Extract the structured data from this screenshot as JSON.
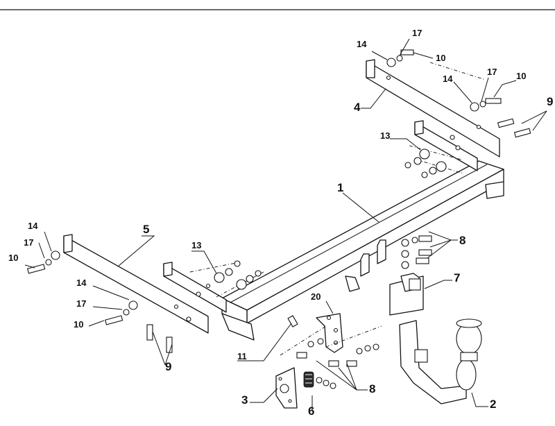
{
  "labels": {
    "l1": "1",
    "l2": "2",
    "l3": "3",
    "l4": "4",
    "l5": "5",
    "l6": "6",
    "l7": "7",
    "l8a": "8",
    "l8b": "8",
    "l9a": "9",
    "l9b": "9",
    "l10a": "10",
    "l10b": "10",
    "l10c": "10",
    "l10d": "10",
    "l11": "11",
    "l13a": "13",
    "l13b": "13",
    "l14a": "14",
    "l14b": "14",
    "l14c": "14",
    "l14d": "14",
    "l17a": "17",
    "l17b": "17",
    "l17c": "17",
    "l17d": "17",
    "l20": "20"
  }
}
